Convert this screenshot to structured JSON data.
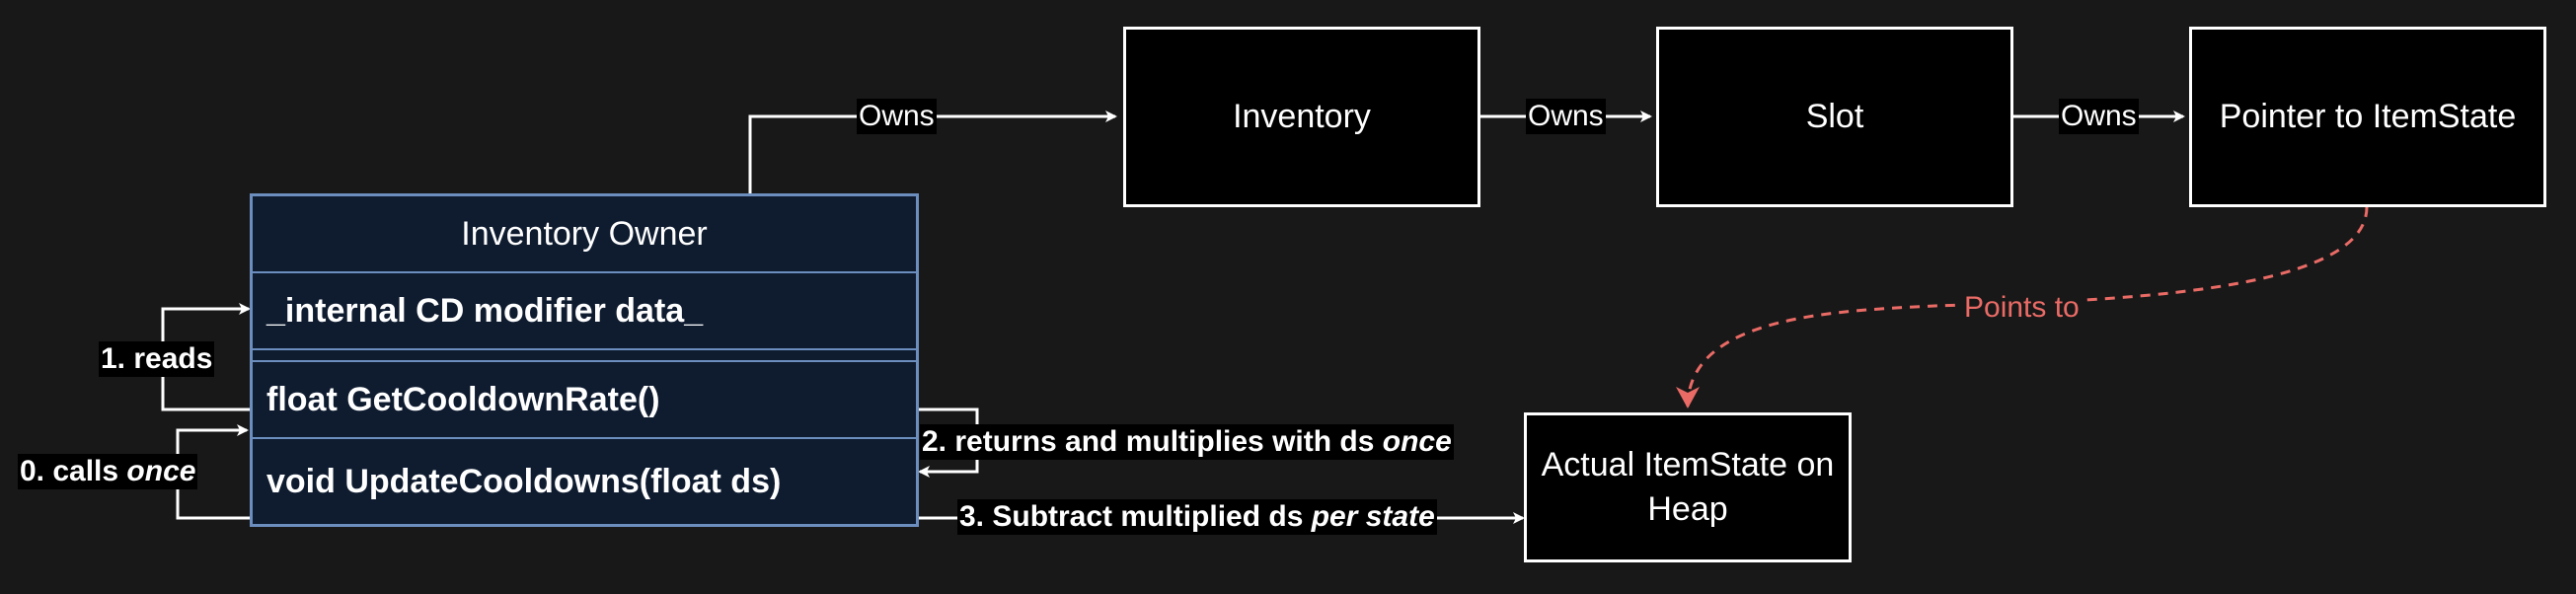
{
  "nodes": {
    "inventory": "Inventory",
    "slot": "Slot",
    "pointer": "Pointer to ItemState",
    "itemstate_line1": "Actual ItemState on",
    "itemstate_line2": "Heap"
  },
  "class_box": {
    "title": "Inventory Owner",
    "field": "_internal CD modifier data_",
    "method1": "float GetCooldownRate()",
    "method2": "void UpdateCooldowns(float ds)"
  },
  "edges": {
    "owns1": "Owns",
    "owns2": "Owns",
    "owns3": "Owns",
    "points_to": "Points to",
    "reads": "1. reads",
    "calls_prefix": "0. calls ",
    "calls_em": "once",
    "returns_prefix": "2. returns and multiplies with ds ",
    "returns_em": "once",
    "subtract_prefix": "3. Subtract multiplied ds ",
    "subtract_em": "per state"
  },
  "colors": {
    "background": "#181818",
    "class_fill": "#0f1c30",
    "class_stroke": "#6c8ebf",
    "pointer_edge": "#ea6b66",
    "edge": "#ffffff"
  }
}
